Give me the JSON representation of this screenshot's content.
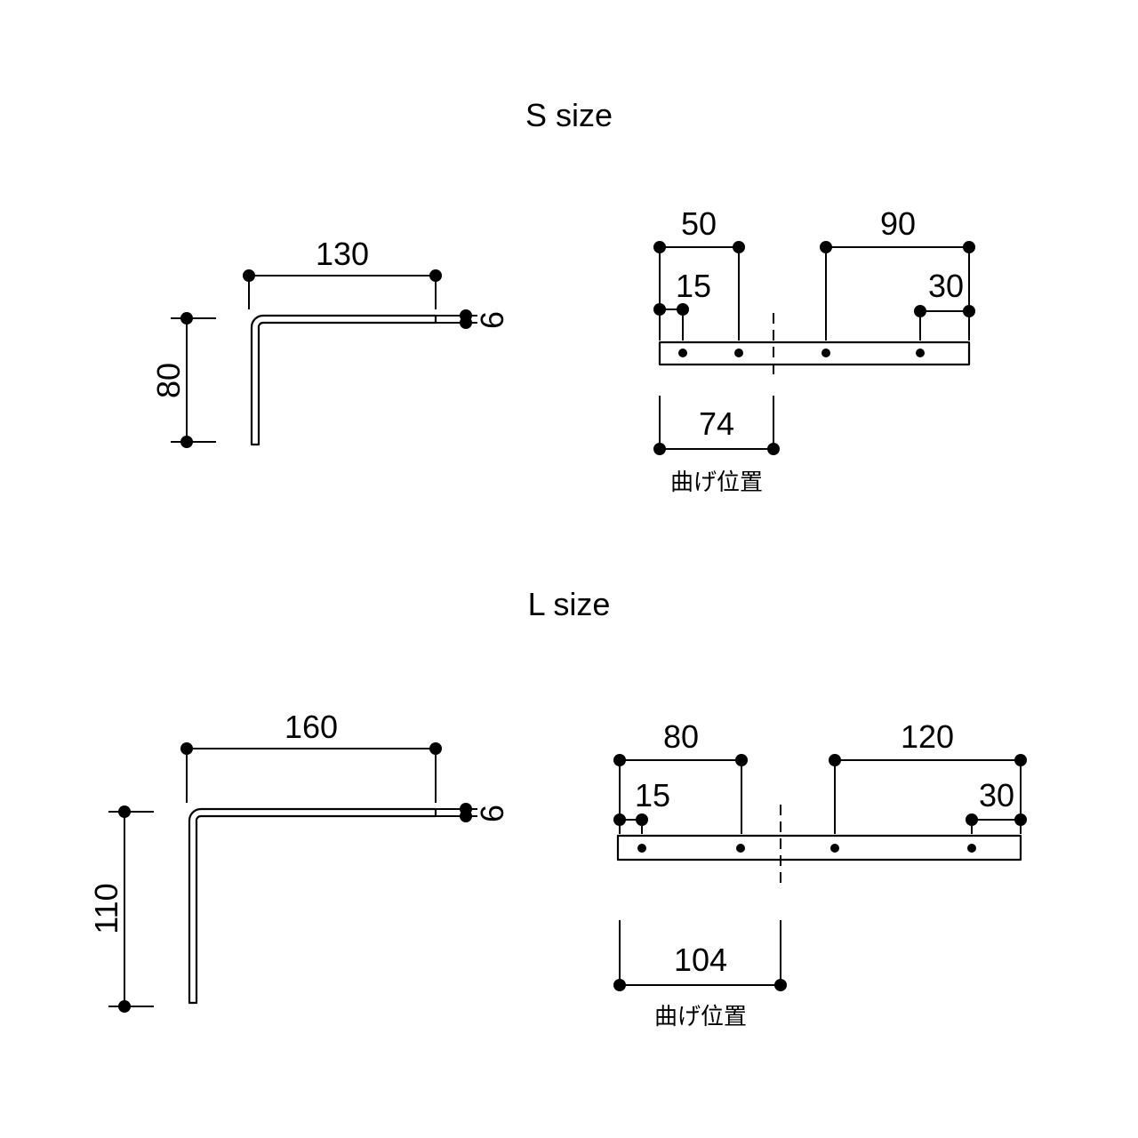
{
  "drawing": {
    "s": {
      "title": "S size",
      "side": {
        "width": "130",
        "height": "80",
        "thickness": "6"
      },
      "flat": {
        "left_span": "50",
        "left_hole_offset": "15",
        "right_span": "90",
        "right_hole_offset": "30",
        "bend_distance": "74",
        "bend_label": "曲げ位置"
      }
    },
    "l": {
      "title": "L size",
      "side": {
        "width": "160",
        "height": "110",
        "thickness": "6"
      },
      "flat": {
        "left_span": "80",
        "left_hole_offset": "15",
        "right_span": "120",
        "right_hole_offset": "30",
        "bend_distance": "104",
        "bend_label": "曲げ位置"
      }
    }
  }
}
